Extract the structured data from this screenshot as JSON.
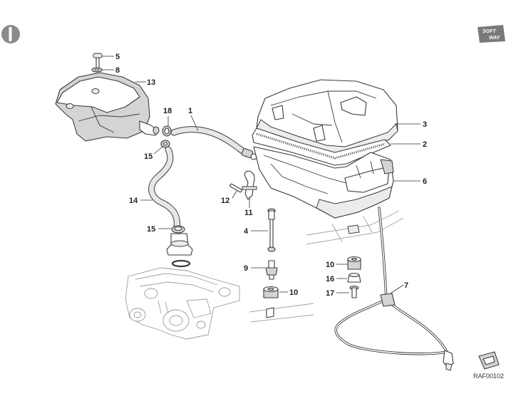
{
  "reference_code": "RAF00102",
  "logo": {
    "line1": "SOFT",
    "line2": "WAY"
  },
  "callouts": [
    {
      "id": "c5",
      "label": "5"
    },
    {
      "id": "c8",
      "label": "8"
    },
    {
      "id": "c13",
      "label": "13"
    },
    {
      "id": "c18",
      "label": "18"
    },
    {
      "id": "c1",
      "label": "1"
    },
    {
      "id": "c3",
      "label": "3"
    },
    {
      "id": "c2",
      "label": "2"
    },
    {
      "id": "c6",
      "label": "6"
    },
    {
      "id": "c15a",
      "label": "15"
    },
    {
      "id": "c14",
      "label": "14"
    },
    {
      "id": "c12",
      "label": "12"
    },
    {
      "id": "c11",
      "label": "11"
    },
    {
      "id": "c15b",
      "label": "15"
    },
    {
      "id": "c4",
      "label": "4"
    },
    {
      "id": "c9",
      "label": "9"
    },
    {
      "id": "c10a",
      "label": "10"
    },
    {
      "id": "c10b",
      "label": "10"
    },
    {
      "id": "c16",
      "label": "16"
    },
    {
      "id": "c17",
      "label": "17"
    },
    {
      "id": "c7",
      "label": "7"
    }
  ]
}
